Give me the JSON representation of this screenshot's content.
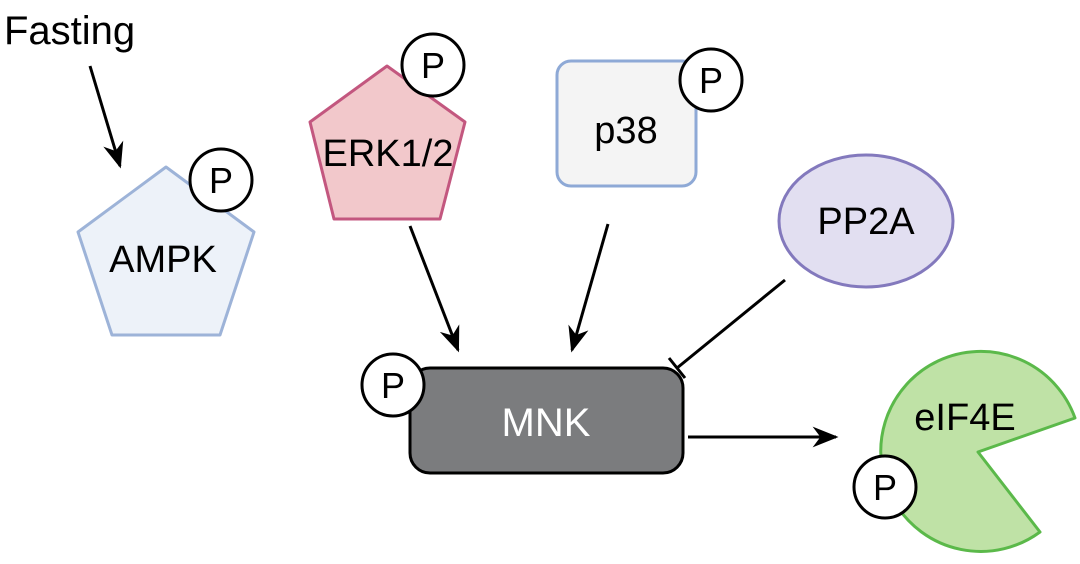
{
  "title_label": "Fasting",
  "nodes": {
    "ampk": {
      "label": "AMPK",
      "fill": "#edf2f9",
      "stroke": "#9db3d8"
    },
    "erk": {
      "label": "ERK1/2",
      "fill": "#f2c8cb",
      "stroke": "#c3577f"
    },
    "p38": {
      "label": "p38",
      "fill": "#f4f4f4",
      "stroke": "#8ea9d6"
    },
    "pp2a": {
      "label": "PP2A",
      "fill": "#e2dff1",
      "stroke": "#8379bd"
    },
    "mnk": {
      "label": "MNK",
      "fill": "#7b7c7e",
      "stroke": "#000000"
    },
    "eif4e": {
      "label": "eIF4E",
      "fill": "#bfe2a6",
      "stroke": "#5bb94a"
    }
  },
  "phospho_label": "P"
}
